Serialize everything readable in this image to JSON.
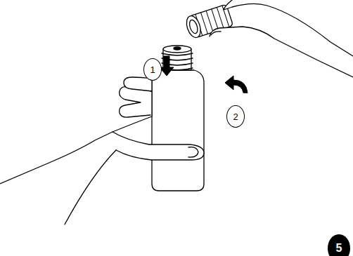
{
  "diagram": {
    "labels": [
      "1",
      "2",
      "5"
    ]
  }
}
